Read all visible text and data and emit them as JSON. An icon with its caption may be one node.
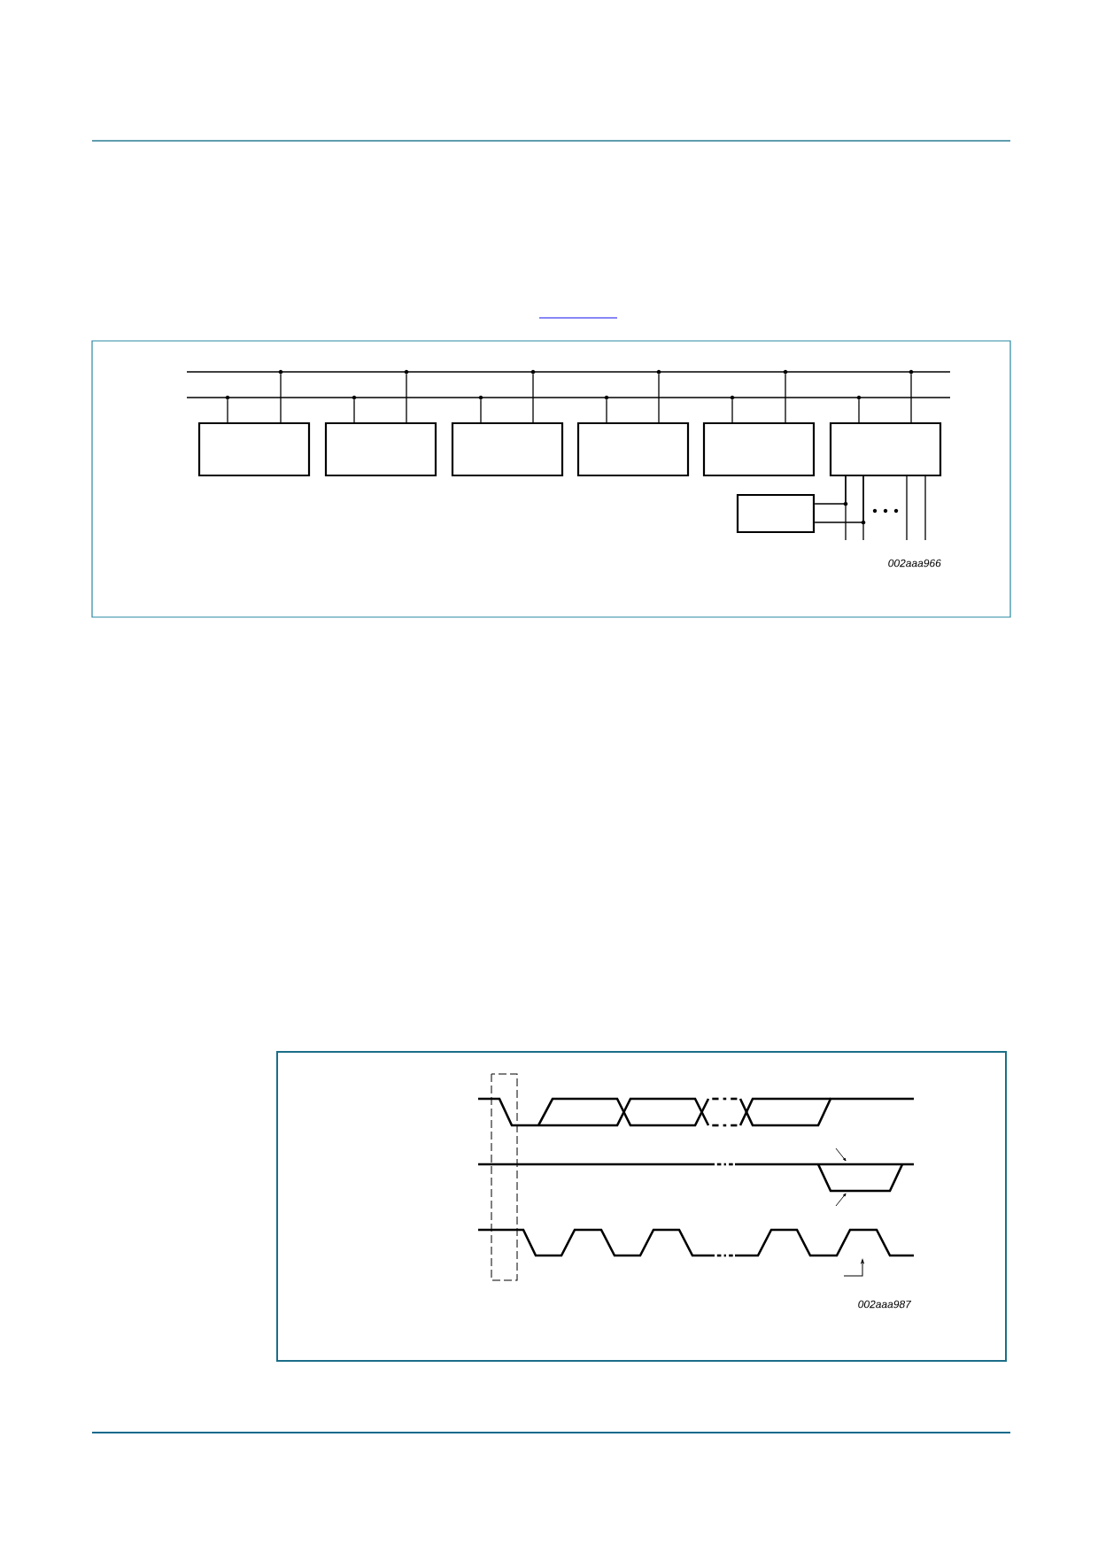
{
  "diagram": {
    "nodes": [
      {
        "text": [],
        "shape": "line"
      },
      {
        "text": [],
        "shape": "line"
      },
      {
        "text": [],
        "shape": "box"
      },
      {
        "text": [],
        "shape": "box"
      },
      {
        "text": [],
        "shape": "box"
      },
      {
        "text": [],
        "shape": "box"
      },
      {
        "text": [],
        "shape": "box"
      },
      {
        "text": [],
        "shape": "box"
      },
      {
        "text": [],
        "shape": "box"
      }
    ],
    "edges": [
      {
        "from": 2,
        "to": 1,
        "arrow": "none"
      },
      {
        "from": 2,
        "to": 0,
        "arrow": "none"
      },
      {
        "from": 3,
        "to": 1,
        "arrow": "none"
      },
      {
        "from": 3,
        "to": 0,
        "arrow": "none"
      },
      {
        "from": 4,
        "to": 1,
        "arrow": "none"
      },
      {
        "from": 4,
        "to": 0,
        "arrow": "none"
      },
      {
        "from": 5,
        "to": 1,
        "arrow": "none"
      },
      {
        "from": 5,
        "to": 0,
        "arrow": "none"
      },
      {
        "from": 6,
        "to": 1,
        "arrow": "none"
      },
      {
        "from": 6,
        "to": 0,
        "arrow": "none"
      },
      {
        "from": 7,
        "to": 1,
        "arrow": "none"
      },
      {
        "from": 7,
        "to": 0,
        "arrow": "none"
      },
      {
        "from": 7,
        "to": null,
        "arrow": "none"
      },
      {
        "from": 7,
        "to": null,
        "arrow": "none"
      },
      {
        "from": 7,
        "to": null,
        "arrow": "none"
      },
      {
        "from": 7,
        "to": null,
        "arrow": "none"
      },
      {
        "from": 8,
        "to": 7,
        "arrow": "none"
      },
      {
        "from": 8,
        "to": 7,
        "arrow": "none"
      }
    ],
    "labels": [
      "002aaa966",
      "002aaa987"
    ]
  }
}
